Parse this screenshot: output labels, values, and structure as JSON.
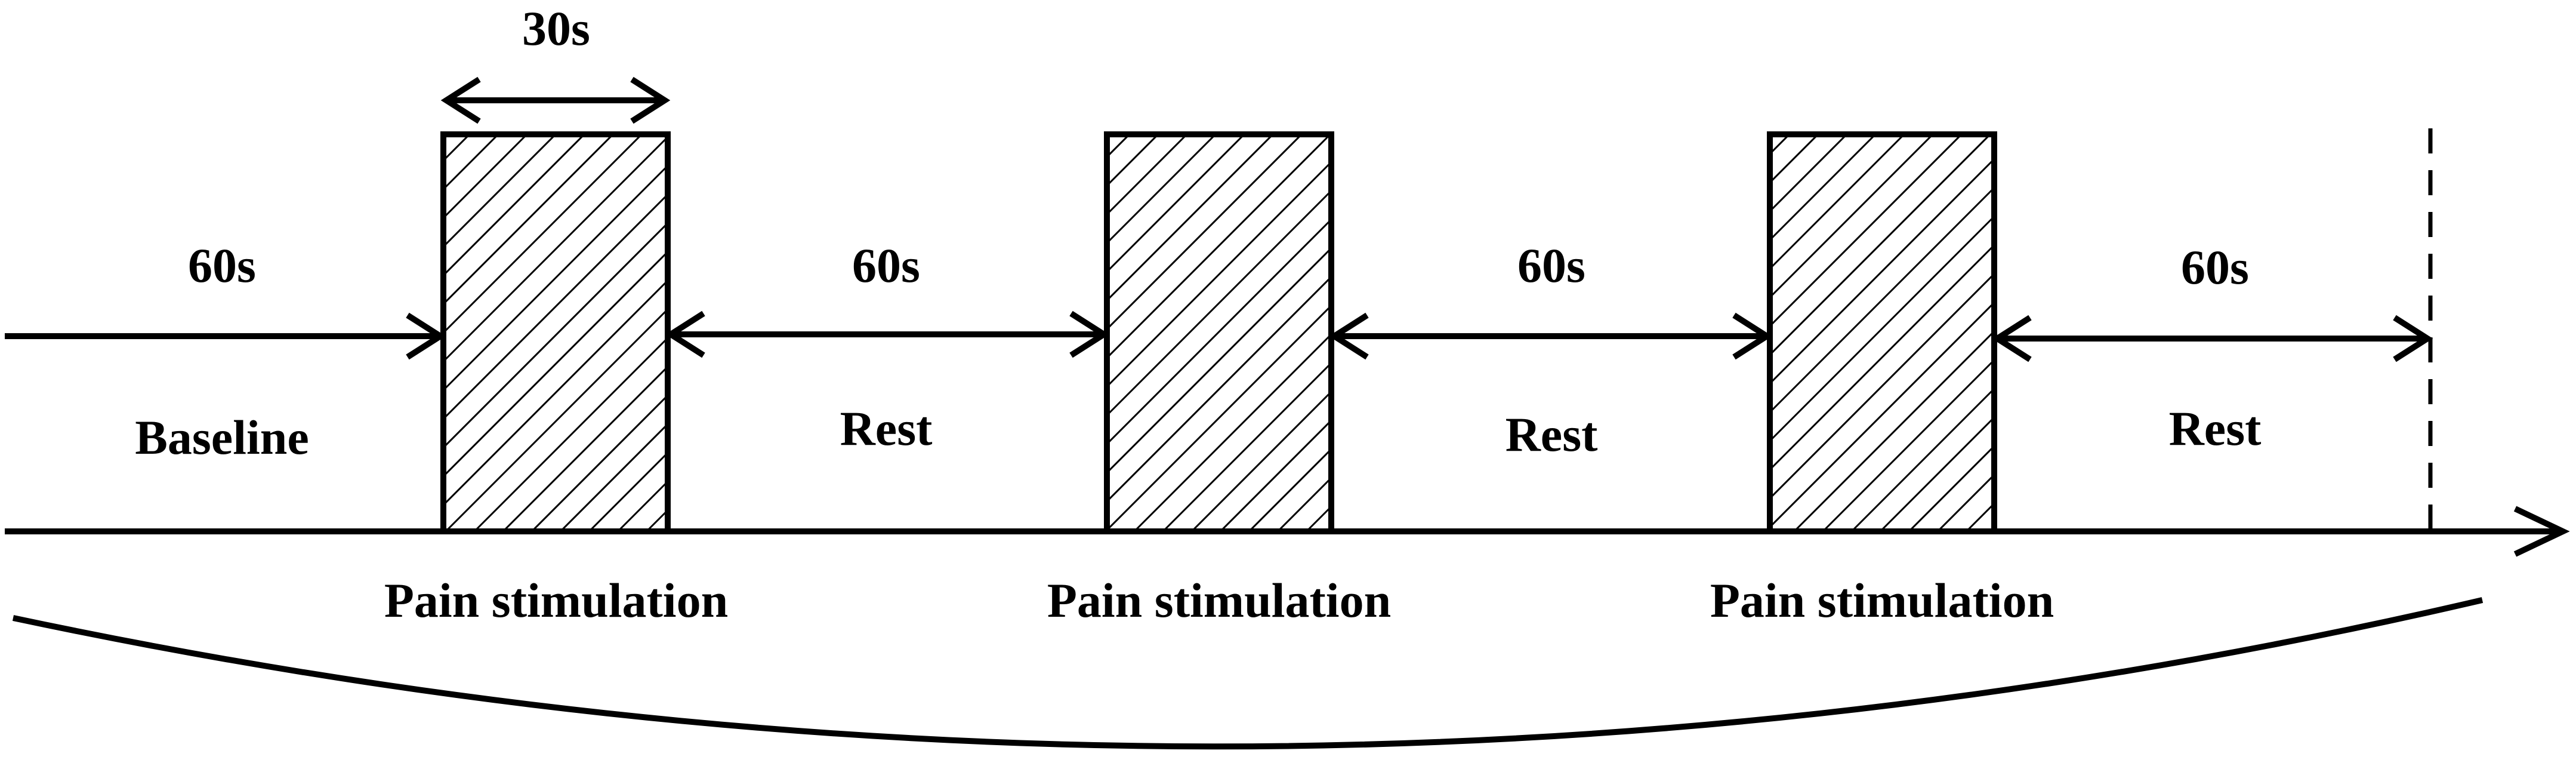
{
  "diagram": {
    "top_duration": "30s",
    "interval_durations": [
      "60s",
      "60s",
      "60s",
      "60s"
    ],
    "phase_labels": [
      "Baseline",
      "Rest",
      "Rest",
      "Rest"
    ],
    "block_labels": [
      "Pain stimulation",
      "Pain stimulation",
      "Pain stimulation"
    ]
  },
  "colors": {
    "stroke": "#000000",
    "background": "#ffffff"
  }
}
